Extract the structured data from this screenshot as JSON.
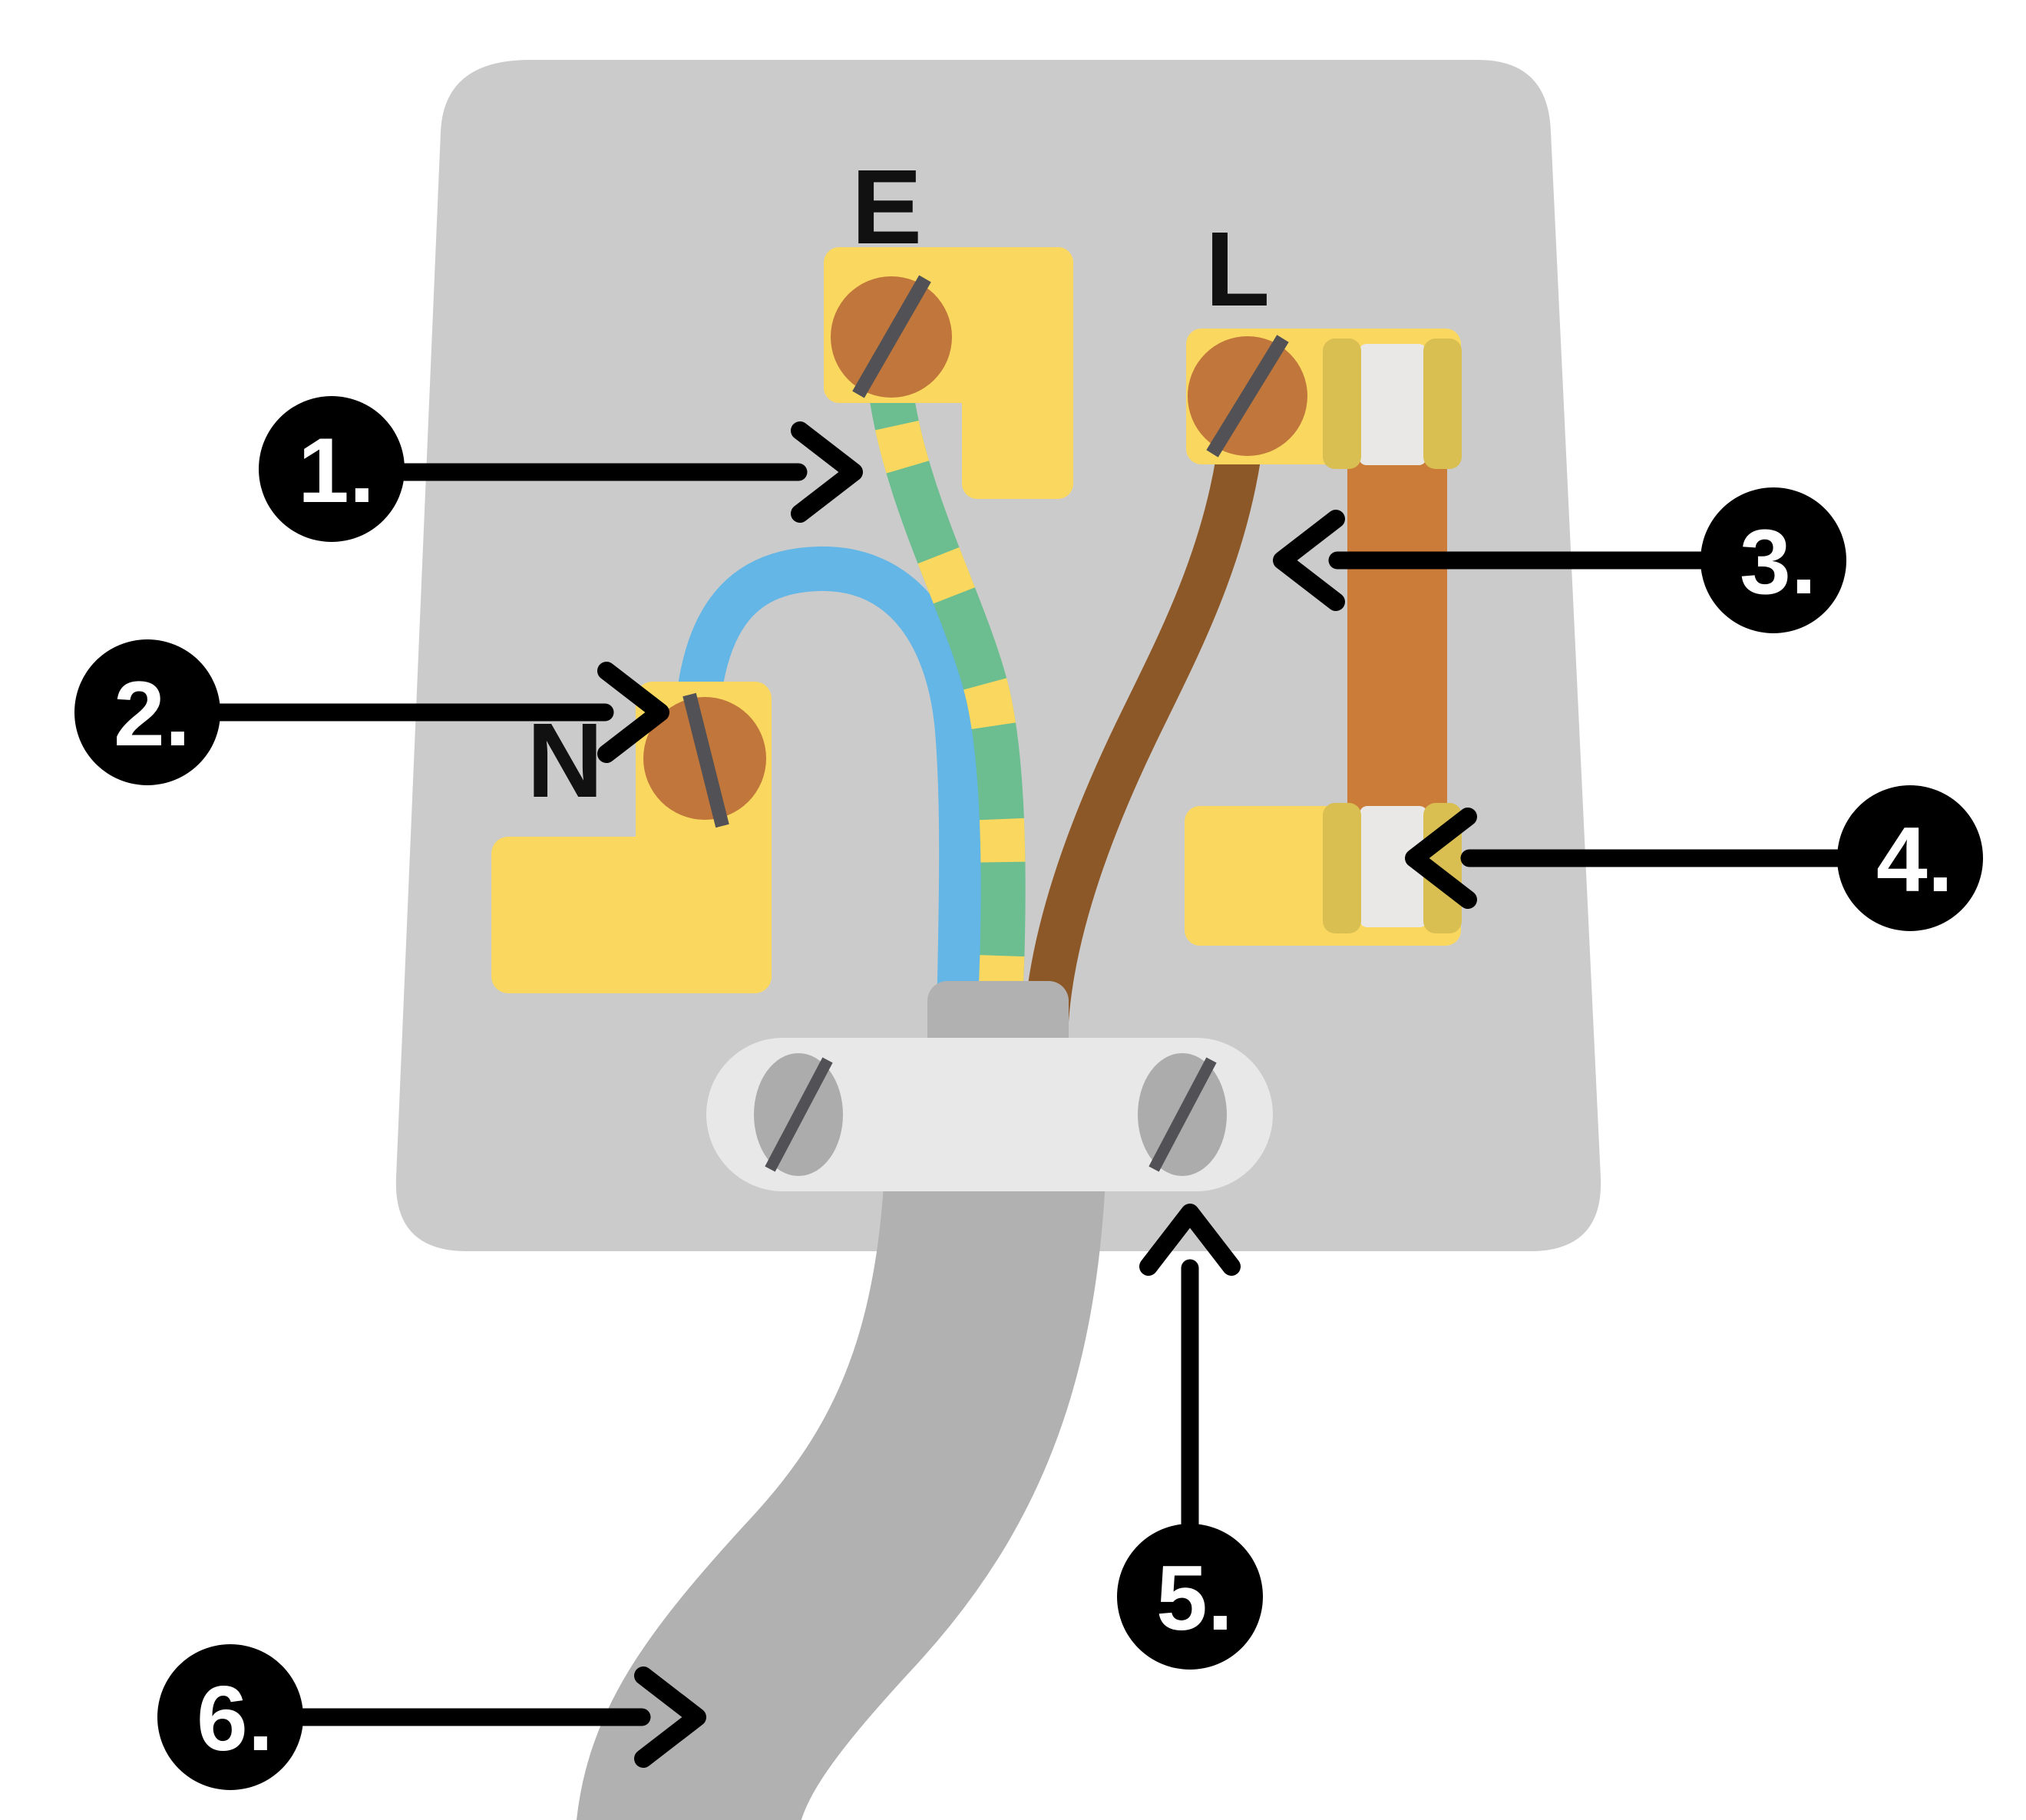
{
  "diagram": {
    "terminal_labels": {
      "earth": "E",
      "live": "L",
      "neutral": "N"
    },
    "annotations": [
      {
        "label": "1.",
        "points_to": "earth-wire"
      },
      {
        "label": "2.",
        "points_to": "neutral-wire"
      },
      {
        "label": "3.",
        "points_to": "live-wire"
      },
      {
        "label": "4.",
        "points_to": "fuse"
      },
      {
        "label": "5.",
        "points_to": "cable-grip"
      },
      {
        "label": "6.",
        "points_to": "cable"
      }
    ],
    "colors": {
      "background": "#FFFFFF",
      "body": "#CBCBCB",
      "cable": "#B2B1B1",
      "collar": "#B2B1B1",
      "grip_bar": "#E9E8E8",
      "grip_screw": "#ACACAC",
      "screw_slot": "#525256",
      "terminal_yellow": "#FAD860",
      "clip_yellow": "#D9BE52",
      "screw_copper": "#C1763B",
      "earth_green": "#6CBD90",
      "stripe_yellow": "#FAD860",
      "neutral_blue": "#63B6E6",
      "live_brown": "#8D5827",
      "fuse_orange": "#CB7C38",
      "fuse_cap": "#E9E8E7",
      "annotation_black": "#000000",
      "letter_black": "#111111",
      "number_white": "#FFFFFF"
    }
  }
}
